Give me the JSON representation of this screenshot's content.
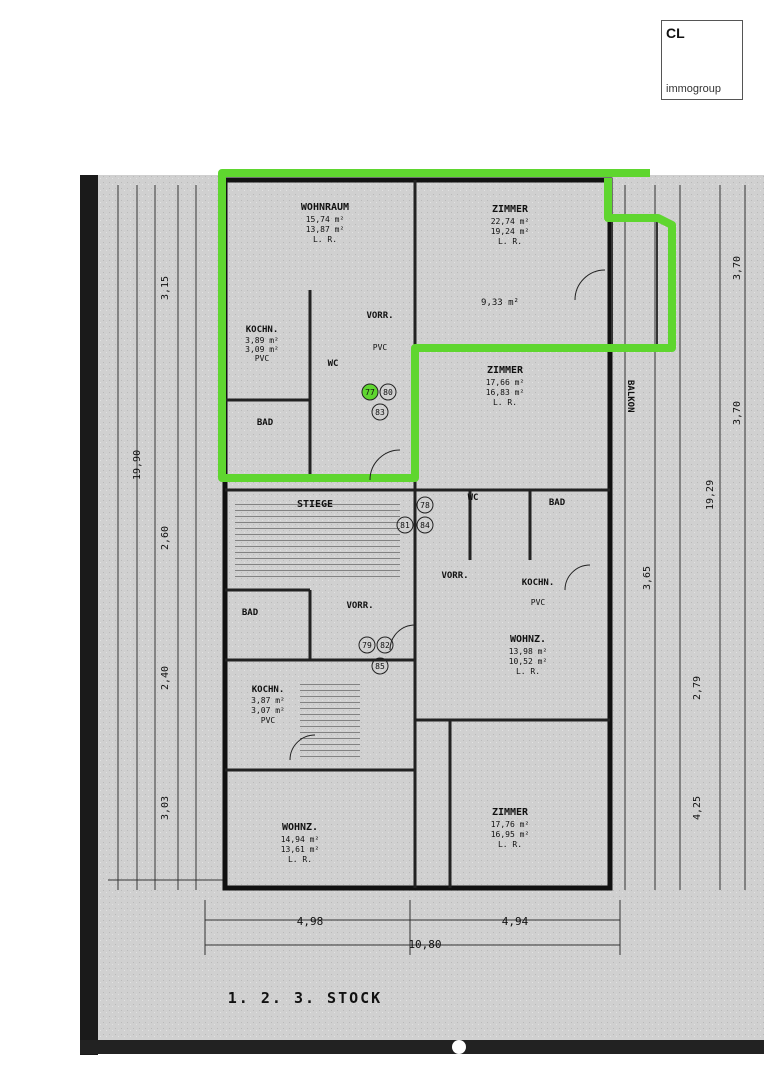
{
  "brand": {
    "mark": "CL",
    "name": "immogroup"
  },
  "plan": {
    "floor_title": "1. 2. 3. STOCK",
    "rooms": [
      {
        "id": "wohnraum",
        "name": "WOHNRAUM",
        "area1": "15,74 m²",
        "area2": "13,87 m²",
        "floor": "L. R."
      },
      {
        "id": "zimmer-top",
        "name": "ZIMMER",
        "area1": "22,74 m²",
        "area2": "19,24 m²",
        "floor": "L. R."
      },
      {
        "id": "zimmer-mid",
        "name": "ZIMMER",
        "area1": "17,66 m²",
        "area2": "16,83 m²",
        "floor": "L. R."
      },
      {
        "id": "kuche-top",
        "name": "KOCHN.",
        "area1": "3,89 m²",
        "area2": "3,09 m²",
        "floor": "PVC"
      },
      {
        "id": "bad-top",
        "name": "BAD",
        "area1": "",
        "area2": "",
        "floor": ""
      },
      {
        "id": "vorr-top",
        "name": "VORR.",
        "area1": "",
        "area2": "",
        "floor": "PVC"
      },
      {
        "id": "wc-top",
        "name": "WC",
        "area1": "",
        "area2": "",
        "floor": ""
      },
      {
        "id": "stiege",
        "name": "STIEGE",
        "area1": "",
        "area2": "",
        "floor": ""
      },
      {
        "id": "wc-right",
        "name": "WC",
        "area1": "",
        "area2": "",
        "floor": ""
      },
      {
        "id": "bad-right",
        "name": "BAD",
        "area1": "",
        "area2": "",
        "floor": ""
      },
      {
        "id": "vorr-right",
        "name": "VORR.",
        "area1": "",
        "area2": "",
        "floor": ""
      },
      {
        "id": "kuche-right",
        "name": "KOCHN.",
        "area1": "",
        "area2": "",
        "floor": "PVC"
      },
      {
        "id": "wohnz-right",
        "name": "WOHNZ.",
        "area1": "13,98 m²",
        "area2": "10,52 m²",
        "floor": "L. R."
      },
      {
        "id": "bad-left",
        "name": "BAD",
        "area1": "",
        "area2": "",
        "floor": ""
      },
      {
        "id": "vorr-left",
        "name": "VORR.",
        "area1": "",
        "area2": "",
        "floor": ""
      },
      {
        "id": "kuche-left",
        "name": "KOCHN.",
        "area1": "3,87 m²",
        "area2": "3,07 m²",
        "floor": "PVC"
      },
      {
        "id": "wohnz-left",
        "name": "WOHNZ.",
        "area1": "14,94 m²",
        "area2": "13,61 m²",
        "floor": "L. R."
      },
      {
        "id": "zimmer-bottom",
        "name": "ZIMMER",
        "area1": "17,76 m²",
        "area2": "16,95 m²",
        "floor": "L. R."
      },
      {
        "id": "balkon",
        "name": "BALKON",
        "area1": "",
        "area2": "",
        "floor": ""
      }
    ],
    "balcony_area": "9,33 m²",
    "dims_bottom": [
      "4,98",
      "4,94",
      "10,80"
    ],
    "dims_left": [
      "19,90",
      "3,15",
      "2,60",
      "2,40",
      "3,03"
    ],
    "dims_right": [
      "3,70",
      "3,70",
      "19,29",
      "3,65",
      "2,79",
      "4,25"
    ],
    "door_numbers": [
      "77",
      "80",
      "83",
      "78",
      "81",
      "84",
      "79",
      "82",
      "85"
    ],
    "highlight_color": "#5fd62f"
  }
}
